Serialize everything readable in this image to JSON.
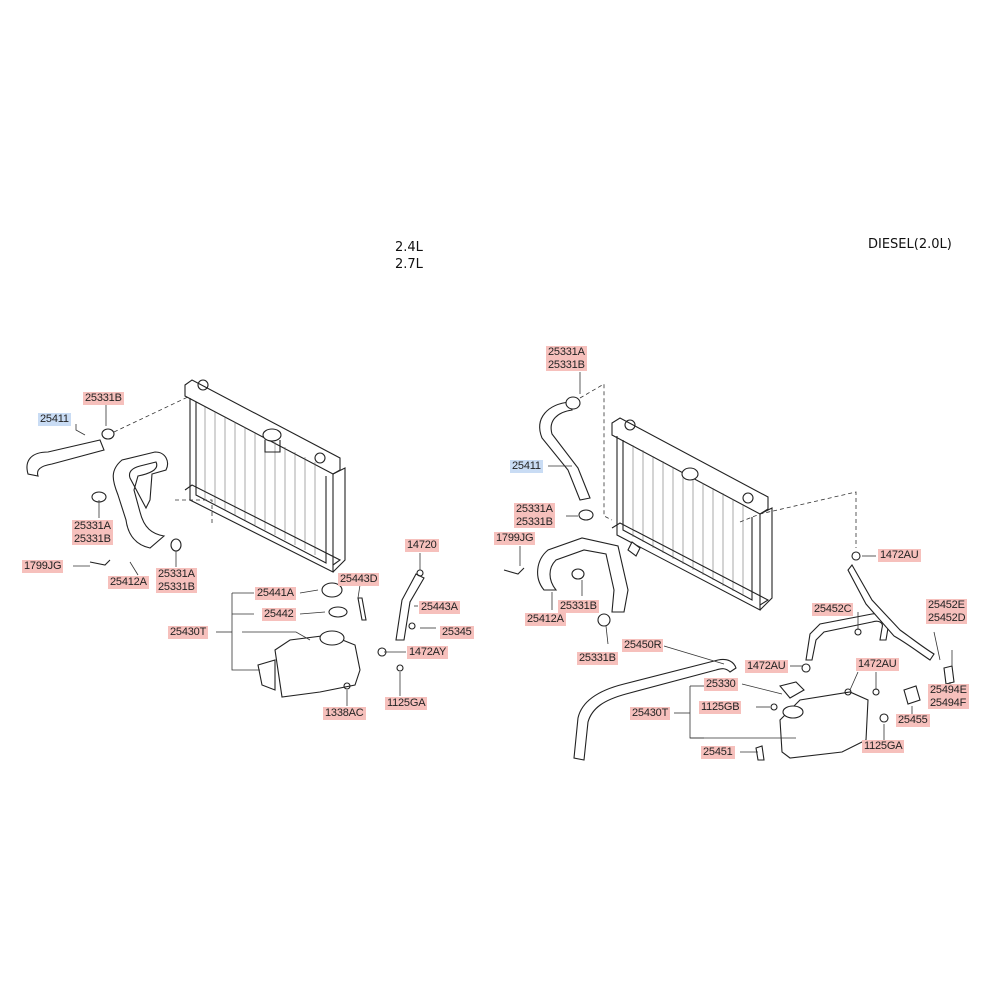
{
  "headers": {
    "left_line1": "2.4L",
    "left_line2": "2.7L",
    "right": "DIESEL(2.0L)"
  },
  "left_labels": {
    "l25411": "25411",
    "l25331B": "25331B",
    "l25331A_a": "25331A",
    "l25331B_a": "25331B",
    "l1799JG": "1799JG",
    "l25412A": "25412A",
    "l25331A_b": "25331A",
    "l25331B_b": "25331B",
    "l25441A": "25441A",
    "l25443D": "25443D",
    "l25442": "25442",
    "l25430T": "25430T",
    "l14720": "14720",
    "l25443A": "25443A",
    "l25345": "25345",
    "l1472AY": "1472AY",
    "l1125GA": "1125GA",
    "l1338AC": "1338AC"
  },
  "right_labels": {
    "r25331A_top": "25331A",
    "r25331B_top": "25331B",
    "r25411": "25411",
    "r25331A_mid": "25331A",
    "r25331B_mid": "25331B",
    "r1799JG": "1799JG",
    "r25331B_c": "25331B",
    "r25412A": "25412A",
    "r25331B_d": "25331B",
    "r1472AU_a": "1472AU",
    "r25450R": "25450R",
    "r25452C": "25452C",
    "r25452E": "25452E",
    "r25452D": "25452D",
    "r1472AU_b": "1472AU",
    "r1472AU_c": "1472AU",
    "r25330": "25330",
    "r1125GB": "1125GB",
    "r25430T": "25430T",
    "r25494E": "25494E",
    "r25494F": "25494F",
    "r25455": "25455",
    "r1125GA": "1125GA",
    "r25451": "25451"
  },
  "colors": {
    "label_pink": "#f6c0bc",
    "label_blue": "#c9dcf4",
    "line": "#222222"
  }
}
